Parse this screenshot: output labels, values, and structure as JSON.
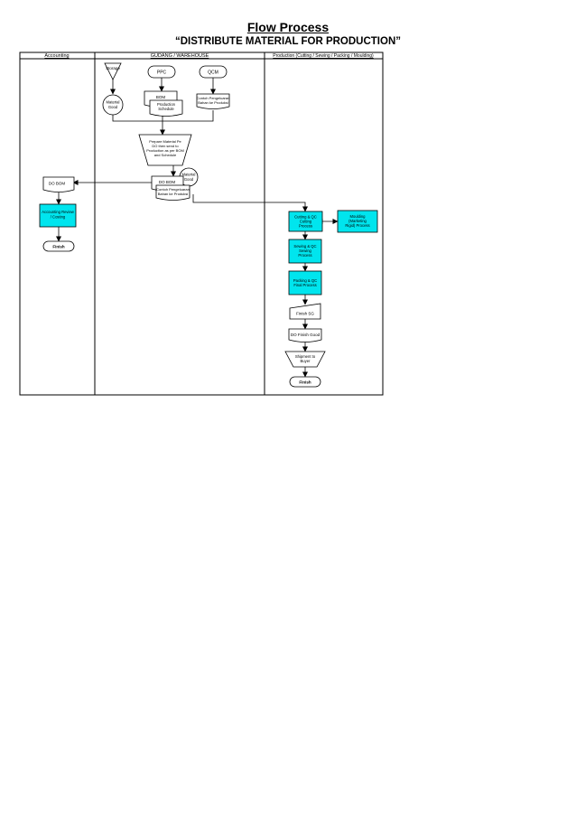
{
  "title": "Flow Process",
  "subtitle": "“DISTRIBUTE MATERIAL FOR PRODUCTION”",
  "lanes": [
    "Accounting",
    "GUDANG / WAREHOUSE",
    "Production (Cutting / Sewing / Packing / Moulding)"
  ],
  "nodes": {
    "storage": "Storage",
    "ppc": "PPC",
    "qcm": "QCM",
    "material_good_1": [
      "Material",
      "Good"
    ],
    "bom": "BOM",
    "production_schedule": [
      "Production",
      "Schedule"
    ],
    "contoh_qcm": [
      "Contoh Pengeluaran",
      "Bahan ke Produksi"
    ],
    "prepare": [
      "Prepare Material Pe",
      "DO then send to",
      "Production as per BOM",
      "and Schedule"
    ],
    "material_good_2": [
      "Material",
      "Good"
    ],
    "do_bom_wh": "DO BOM",
    "contoh_wh": [
      "Contoh Pengeluaran",
      "Bahan ke Produksi"
    ],
    "do_bom_acc": "DO BOM",
    "accounting_review": [
      "Accounting Review",
      "/ Costing"
    ],
    "finish_acc": "Finish",
    "cutting": [
      "Cutting & QC",
      "Cutting",
      "Process"
    ],
    "moulding": [
      "Moulding",
      "(Marketing",
      "Rigid) Process"
    ],
    "sewing": [
      "Sewing & QC",
      "Sewing",
      "Process"
    ],
    "packing": [
      "Packing & QC",
      "Final Process"
    ],
    "finish_sg": "Finish SG",
    "do_finish_good": "DO Finish Good",
    "shipment": [
      "Shipment to",
      "Buyer"
    ],
    "finish_prod": "Finish"
  },
  "colors": {
    "process_fill": "#00e5ee",
    "line": "#000000",
    "background": "#ffffff"
  }
}
